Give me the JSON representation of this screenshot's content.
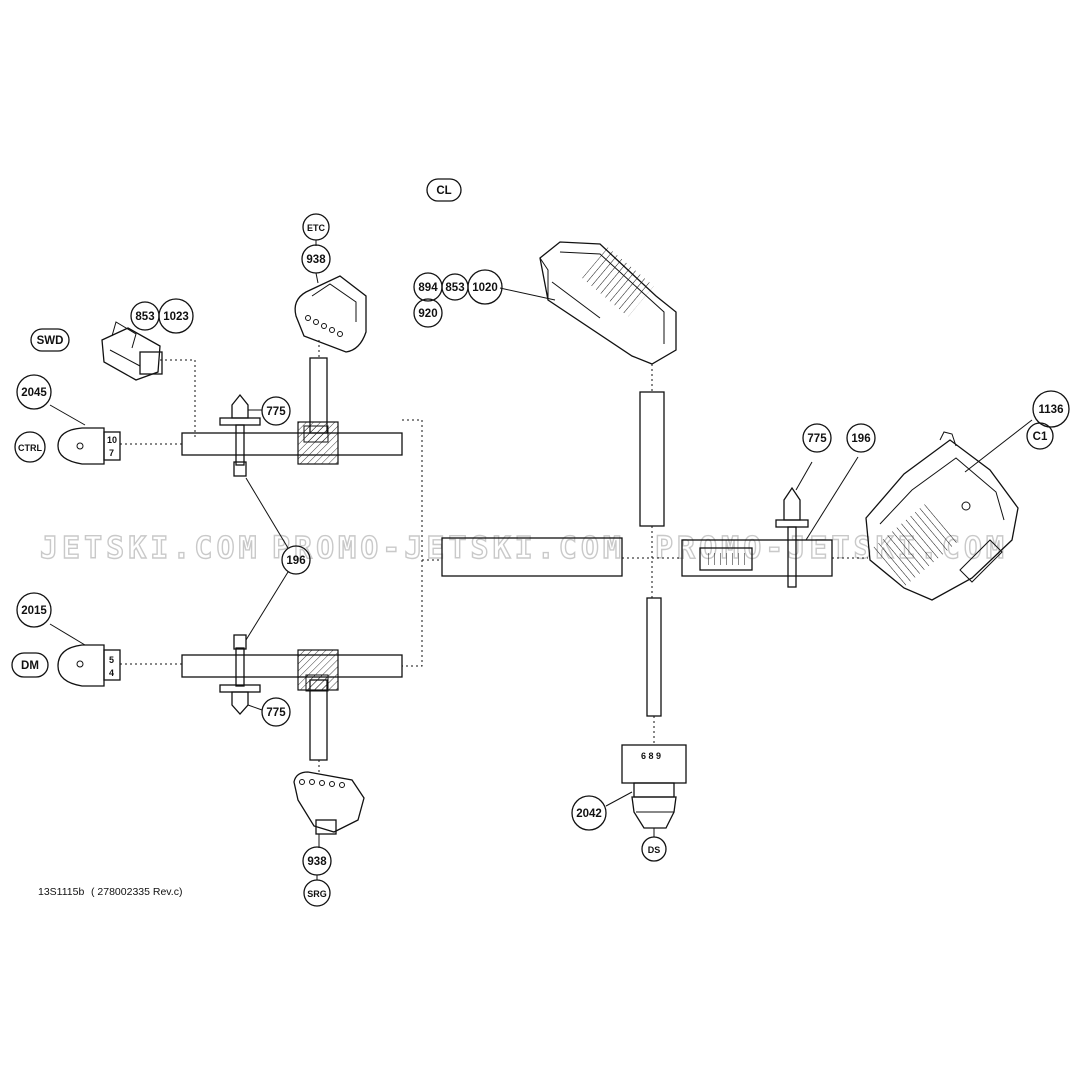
{
  "callouts": {
    "cl": "CL",
    "etc": "ETC",
    "p938_top": "938",
    "swd": "SWD",
    "p853_left": "853",
    "p1023": "1023",
    "p2045": "2045",
    "ctrl": "CTRL",
    "p775_top": "775",
    "p196_mid": "196",
    "p2015": "2015",
    "dm": "DM",
    "p775_bottom": "775",
    "p938_bottom": "938",
    "srg": "SRG",
    "p894": "894",
    "p853_right": "853",
    "p1020": "1020",
    "p920": "920",
    "p775_right": "775",
    "p196_right": "196",
    "p1136": "1136",
    "c1": "C1",
    "p2042": "2042",
    "ds": "DS"
  },
  "connector_labels": {
    "ctrl_pins": [
      "10",
      "7"
    ],
    "dm_pins": [
      "5",
      "4"
    ],
    "ds_pins": "6 8 9"
  },
  "watermark": {
    "left": "JETSKI.COM",
    "mid": "PROMO-JETSKI.COM",
    "right": "PROMO-JETSKI.COM"
  },
  "footer": {
    "drawing_id": "13S1115b",
    "part_ref": "( 278002335 Rev.c)"
  }
}
